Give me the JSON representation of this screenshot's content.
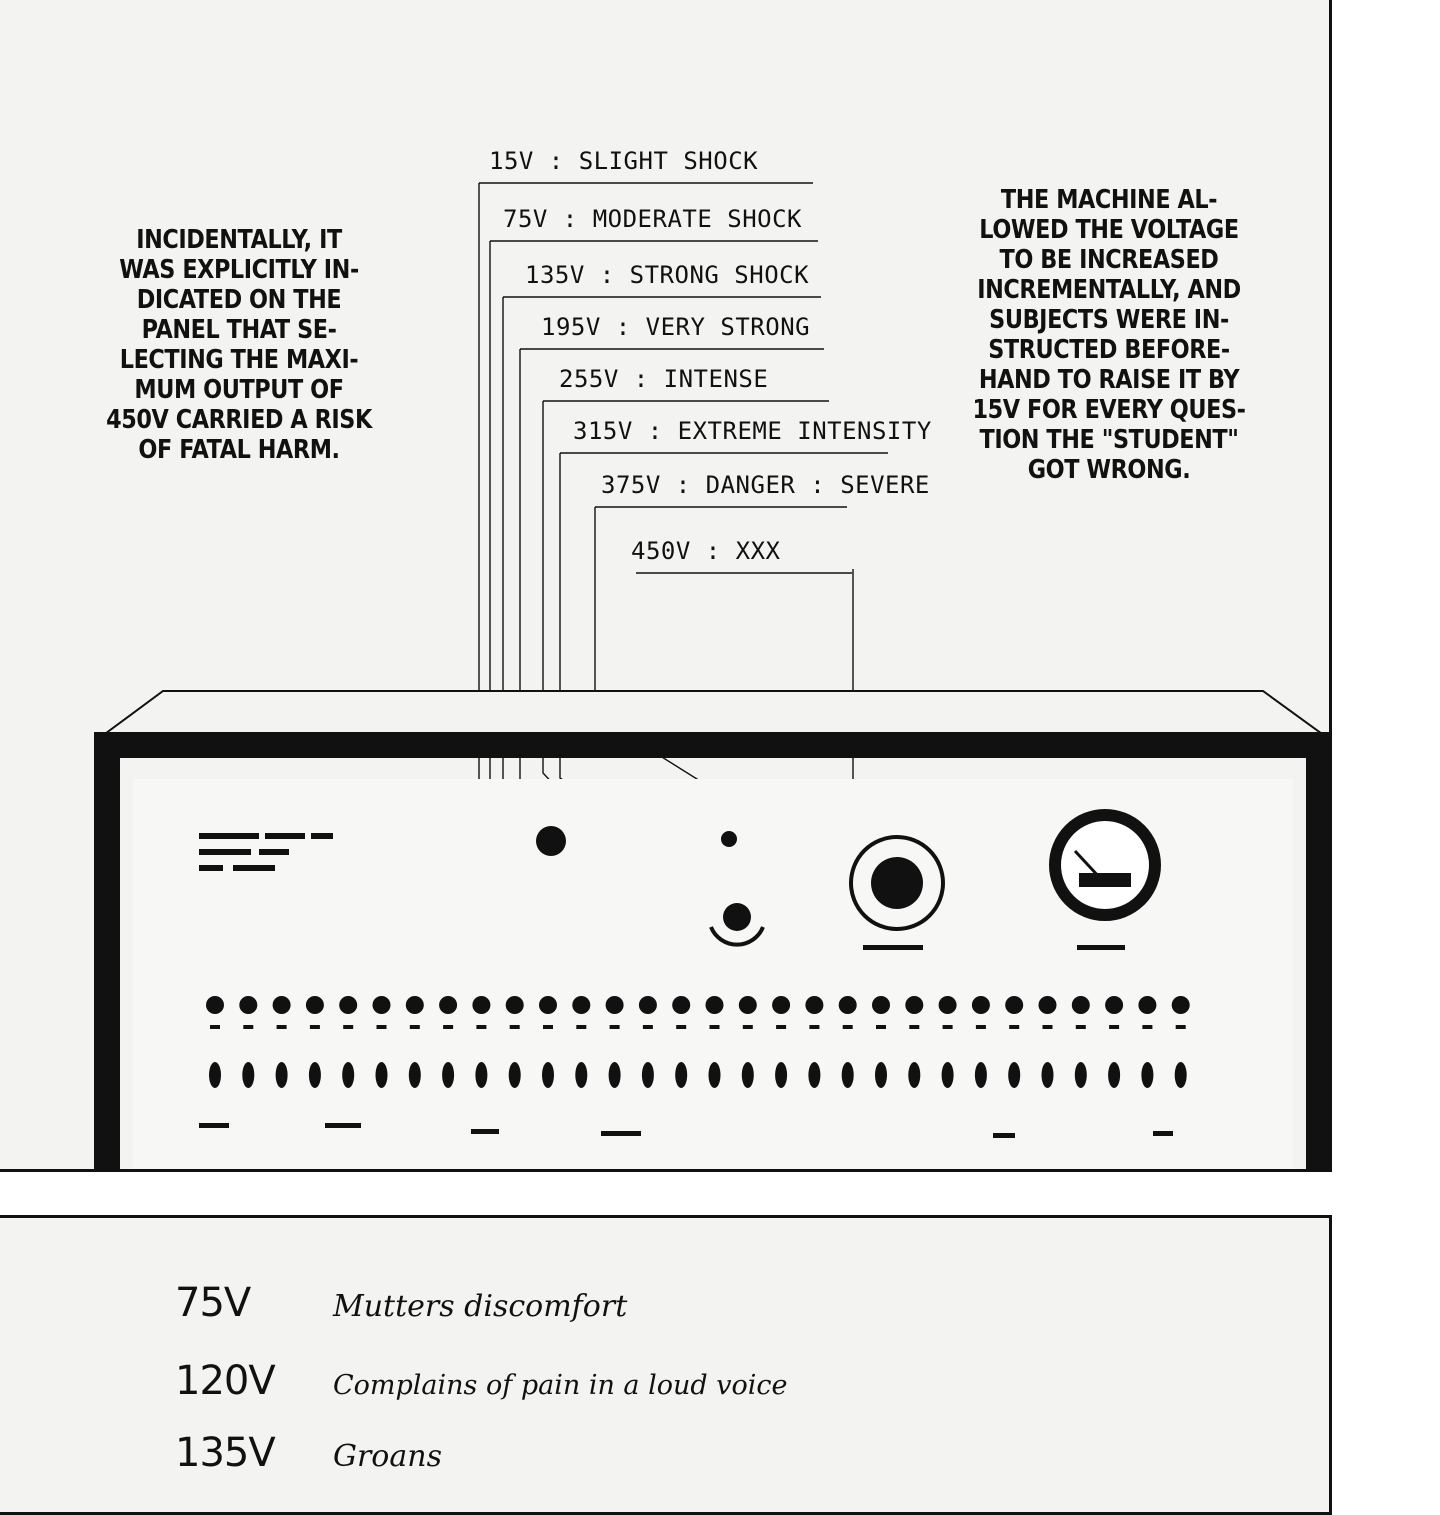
{
  "captions": {
    "left": "INCIDENTALLY, IT\nWAS EXPLICITLY IN-\nDICATED ON THE\nPANEL THAT SE-\nLECTING THE MAXI-\nMUM OUTPUT OF\n450V CARRIED A RISK\nOF FATAL HARM.",
    "right": "THE MACHINE AL-\nLOWED THE VOLTAGE\nTO BE INCREASED\nINCREMENTALLY, AND\nSUBJECTS WERE IN-\nSTRUCTED BEFORE-\nHAND TO RAISE IT BY\n15V FOR EVERY QUES-\nTION THE \"STUDENT\"\nGOT WRONG."
  },
  "voltage_labels": [
    "15V : SLIGHT SHOCK",
    "75V : MODERATE SHOCK",
    "135V : STRONG SHOCK",
    "195V : VERY STRONG",
    "255V : INTENSE",
    "315V : EXTREME INTENSITY",
    "375V : DANGER : SEVERE",
    "450V : XXX"
  ],
  "reactions": [
    {
      "voltage": "75V",
      "text": "Mutters discomfort"
    },
    {
      "voltage": "120V",
      "text": "Complains of pain in a loud voice"
    },
    {
      "voltage": "135V",
      "text": "Groans"
    }
  ],
  "colors": {
    "ink": "#111111",
    "paper": "#f3f3f1"
  }
}
